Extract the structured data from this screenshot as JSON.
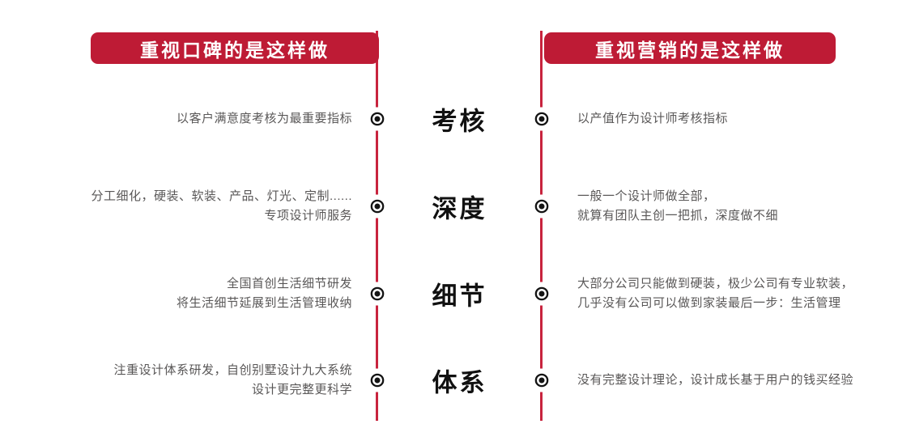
{
  "colors": {
    "banner_red": "#BE1B35",
    "line_red": "#C8243E",
    "text_gray": "#595757",
    "label_black": "#111111"
  },
  "left_column": {
    "header": "重视口碑的是这样做"
  },
  "right_column": {
    "header": "重视营销的是这样做"
  },
  "rows": [
    {
      "label": "考核",
      "left": "以客户满意度考核为最重要指标",
      "right": "以产值作为设计师考核指标"
    },
    {
      "label": "深度",
      "left": "分工细化，硬装、软装、产品、灯光、定制......\n专项设计师服务",
      "right": "一般一个设计师做全部，\n就算有团队主创一把抓，深度做不细"
    },
    {
      "label": "细节",
      "left": "全国首创生活细节研发\n将生活细节延展到生活管理收纳",
      "right": "大部分公司只能做到硬装，极少公司有专业软装，\n几乎没有公司可以做到家装最后一步：生活管理"
    },
    {
      "label": "体系",
      "left": "注重设计体系研发，自创别墅设计九大系统\n设计更完整更科学",
      "right": "没有完整设计理论，设计成长基于用户的钱买经验"
    }
  ]
}
